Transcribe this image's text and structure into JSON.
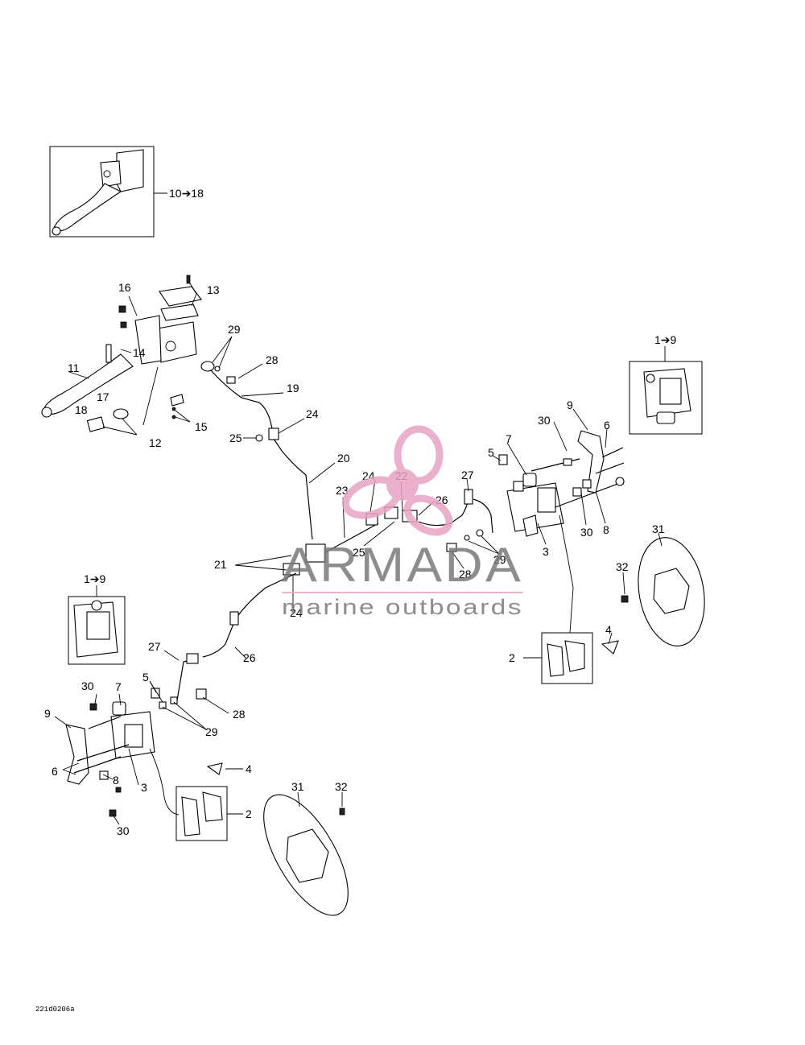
{
  "callouts": {
    "inset_master": "10➔18",
    "inset_caliper_right": "1➔9",
    "inset_caliper_left": "1➔9",
    "n16": "16",
    "n13": "13",
    "n14": "14",
    "n29a": "29",
    "n28a": "28",
    "n11": "11",
    "n17": "17",
    "n18": "18",
    "n12": "12",
    "n15": "15",
    "n19": "19",
    "n24a": "24",
    "n25a": "25",
    "n20": "20",
    "n23": "23",
    "n24b": "24",
    "n22": "22",
    "n26a": "26",
    "n27a": "27",
    "n25b": "25",
    "n21": "21",
    "n24c": "24",
    "n28b": "28",
    "n29b": "29",
    "n5a": "5",
    "n7a": "7",
    "n30a": "30",
    "n9a": "9",
    "n6a": "6",
    "n30b": "30",
    "n8a": "8",
    "n3a": "3",
    "n31a": "31",
    "n32a": "32",
    "n4a": "4",
    "n2a": "2",
    "n27b": "27",
    "n26b": "26",
    "n5b": "5",
    "n30c": "30",
    "n7b": "7",
    "n9b": "9",
    "n28c": "28",
    "n29c": "29",
    "n6b": "6",
    "n8b": "8",
    "n3b": "3",
    "n4b": "4",
    "n30d": "30",
    "n2b": "2",
    "n31b": "31",
    "n32b": "32"
  },
  "watermark": {
    "brand": "ARMADA",
    "tagline": "marine outboards",
    "logo_color": "#e8a3c4",
    "text_color": "#7a7a7a"
  },
  "drawing_code": "221d0206a"
}
